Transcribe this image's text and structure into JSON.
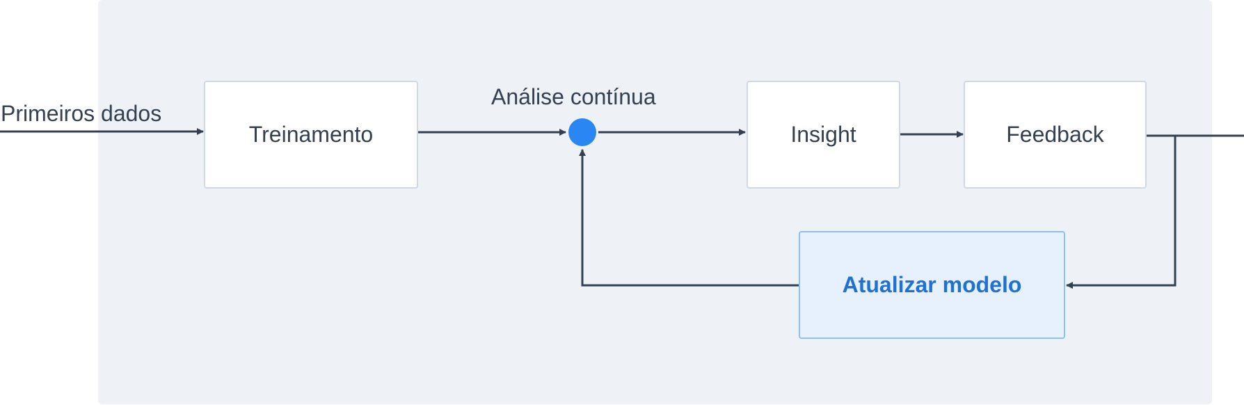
{
  "input_label": "Primeiros dados",
  "junction_label": "Análise contínua",
  "nodes": {
    "training": "Treinamento",
    "insight": "Insight",
    "feedback": "Feedback",
    "update_model": "Atualizar modelo"
  },
  "colors": {
    "panel_background": "#eef2f7",
    "box_border": "#cfd8e3",
    "text": "#34404f",
    "arrow": "#34404f",
    "junction": "#2a86f2",
    "accent_fill": "#e6f1fd",
    "accent_border": "#8ec0ef",
    "accent_text": "#1f72d4"
  }
}
